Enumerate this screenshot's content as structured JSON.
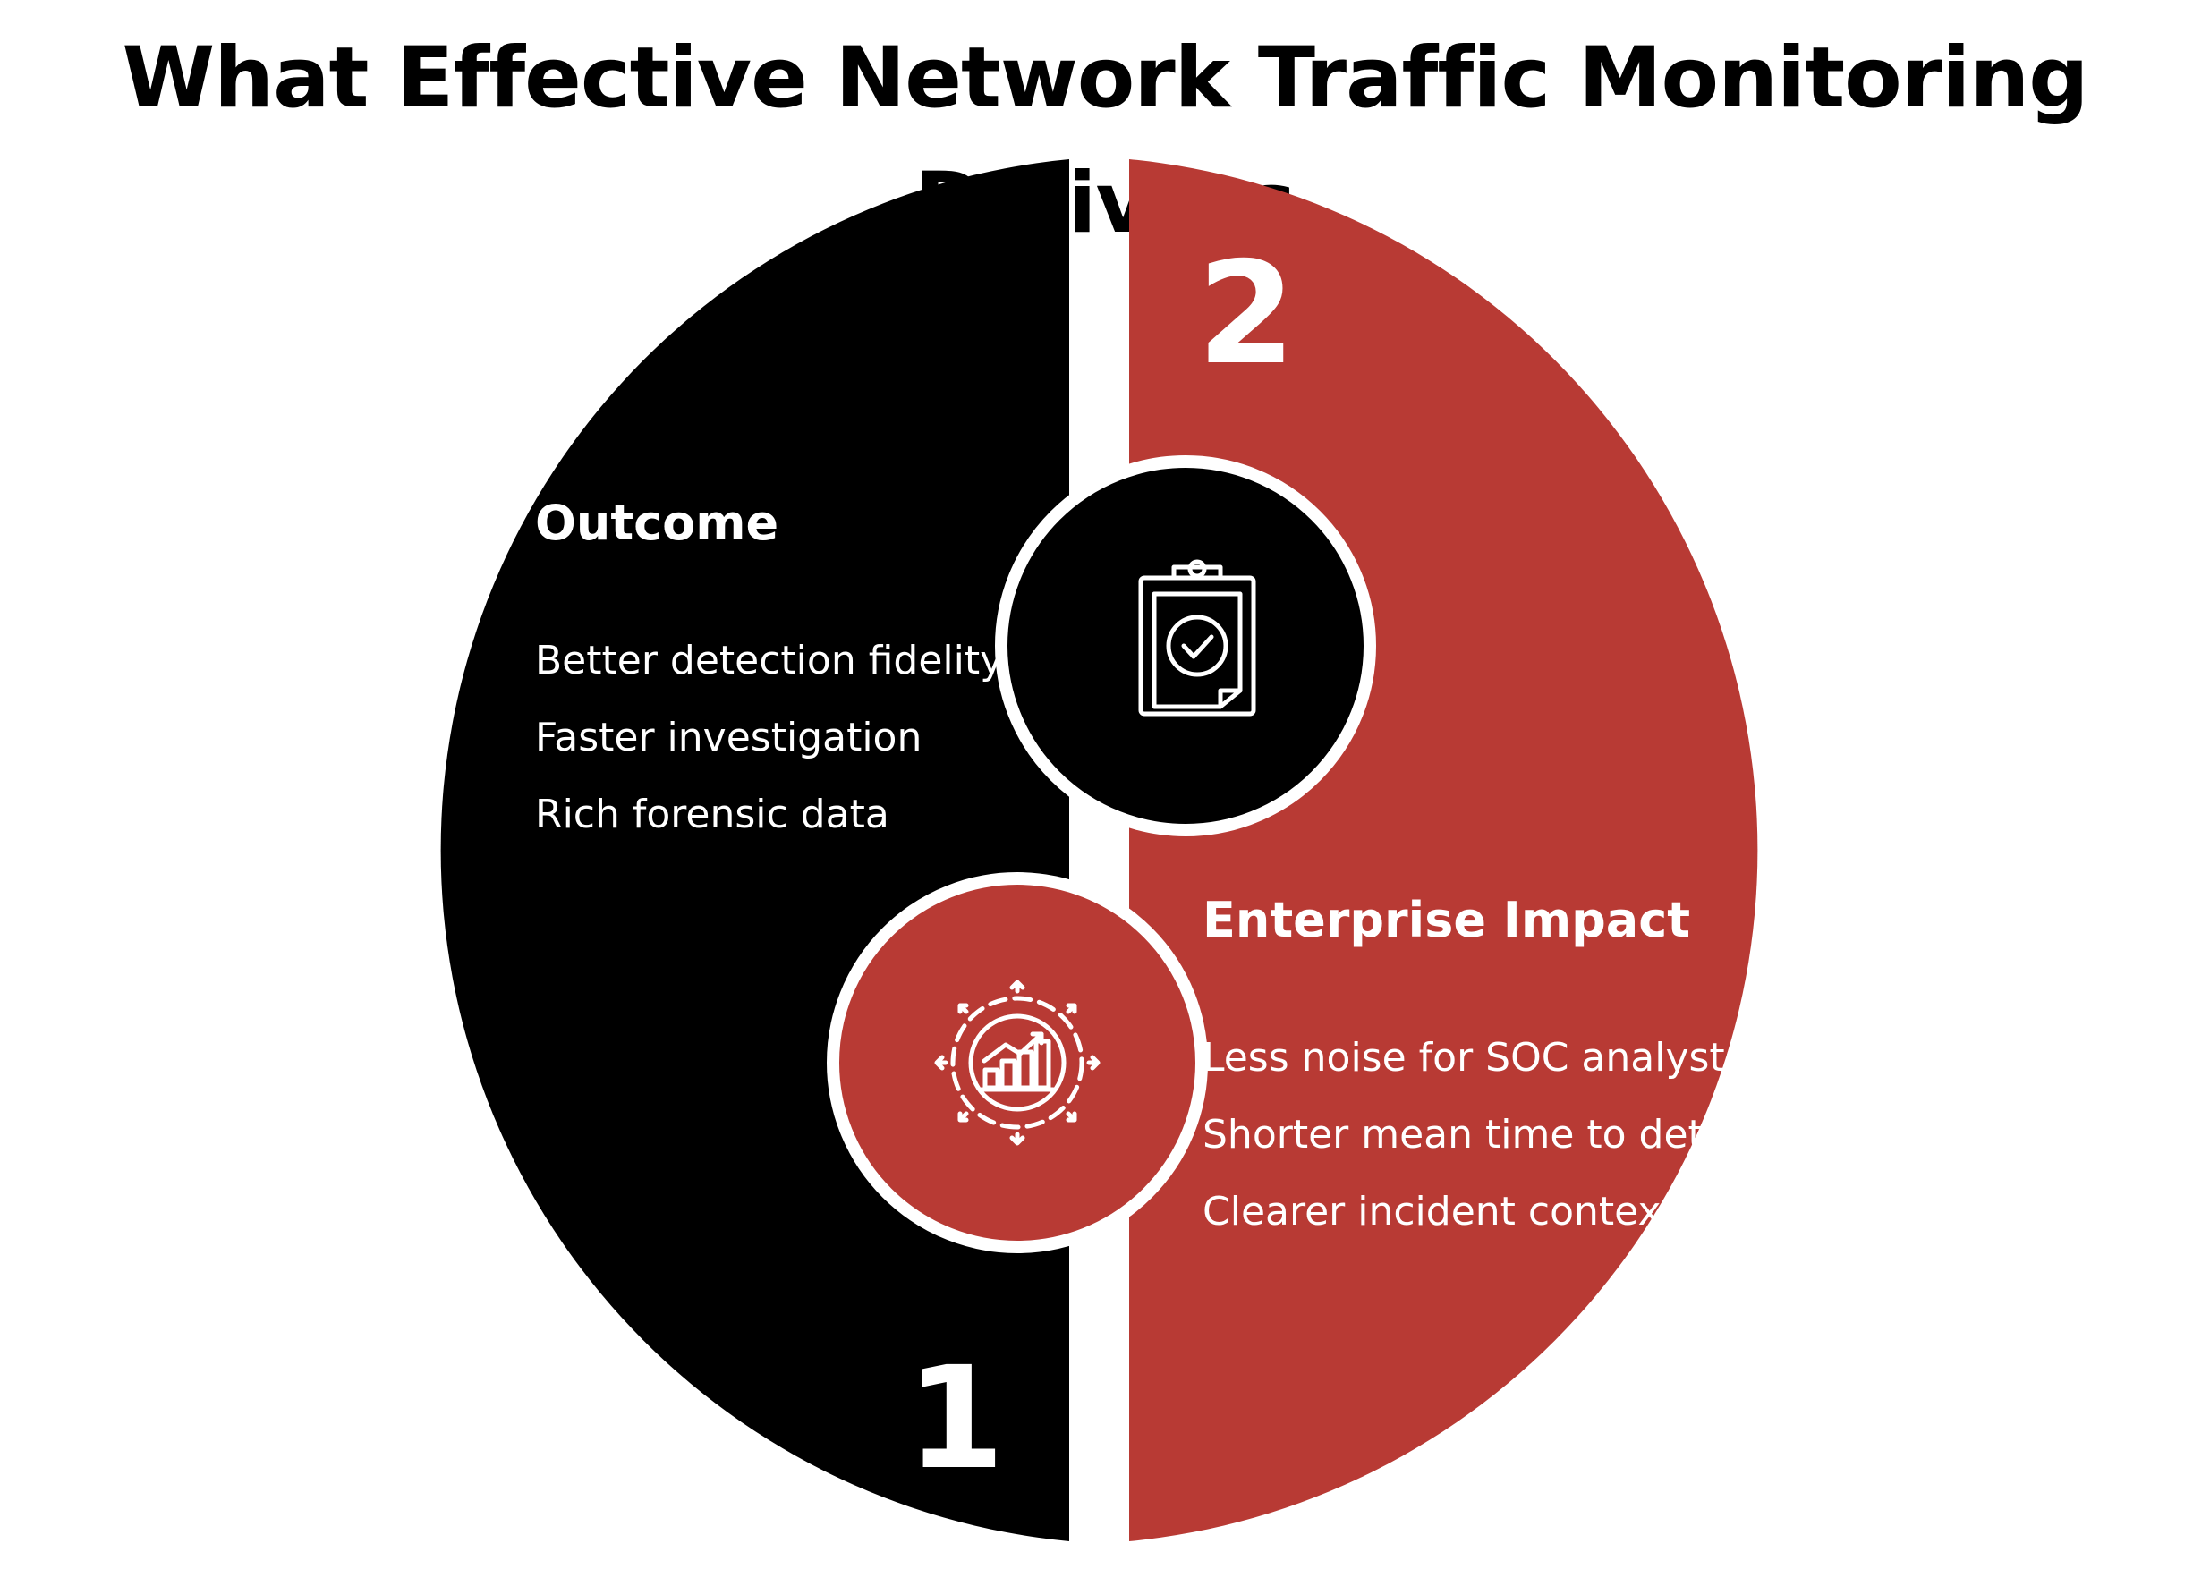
{
  "title": "What Effective Network Traffic Monitoring Delivers",
  "colors": {
    "left_half": "#000000",
    "right_half": "#b83a34",
    "separator": "#ffffff",
    "text": "#ffffff"
  },
  "sections": [
    {
      "number": "1",
      "heading": "Outcome",
      "items": [
        "Better detection fidelity",
        "Faster investigation",
        "Rich forensic data"
      ],
      "icon": "clipboard-check-icon"
    },
    {
      "number": "2",
      "heading": "Enterprise Impact",
      "items": [
        "Less noise for SOC analysts",
        "Shorter mean time to detect",
        "Clearer incident context"
      ],
      "icon": "growth-chart-icon"
    }
  ]
}
